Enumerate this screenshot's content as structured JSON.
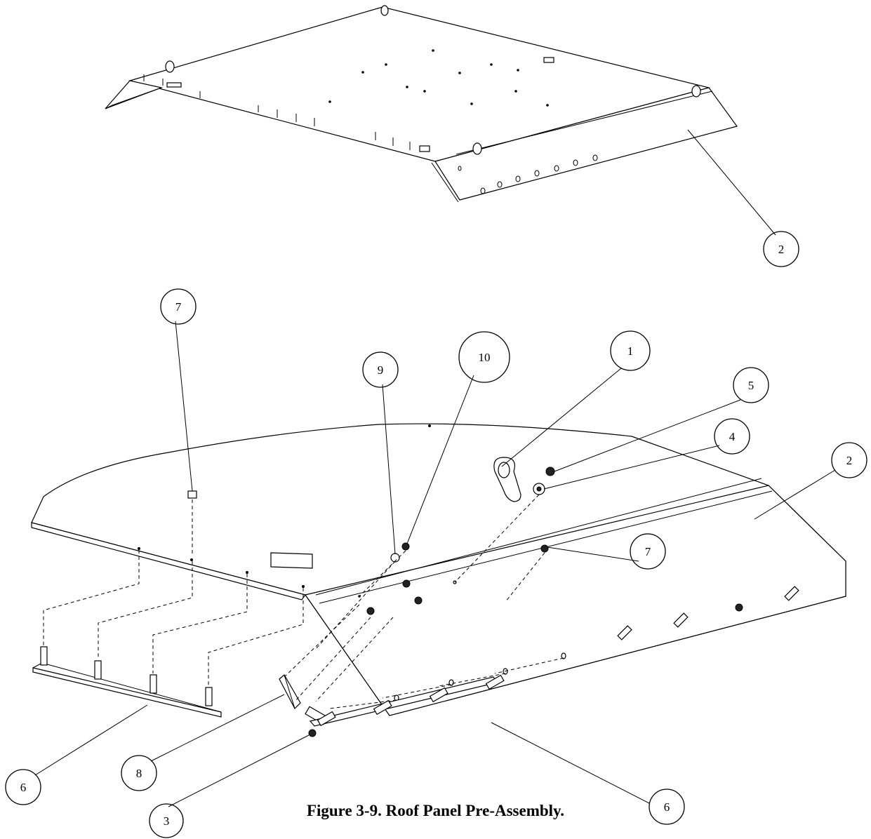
{
  "caption": "Figure 3-9.  Roof Panel Pre-Assembly.",
  "callouts": {
    "top_2": "2",
    "c7_left": "7",
    "c9": "9",
    "c10": "10",
    "c1": "1",
    "c5": "5",
    "c4": "4",
    "c2_right": "2",
    "c7_right": "7",
    "c6_left": "6",
    "c8": "8",
    "c3": "3",
    "c6_bottom": "6"
  }
}
